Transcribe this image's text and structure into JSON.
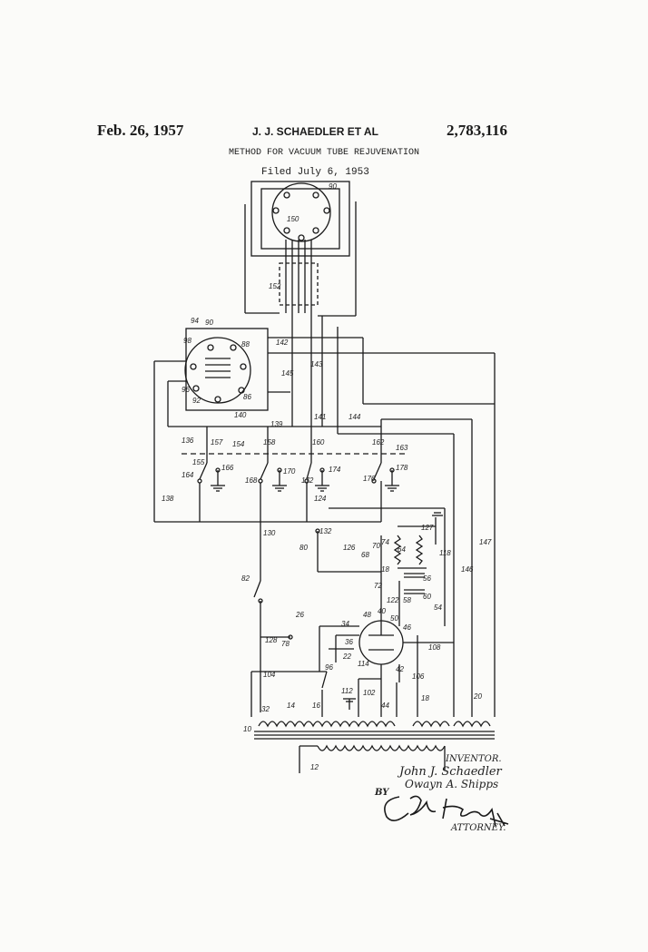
{
  "header": {
    "date": "Feb. 26, 1957",
    "inventors": "J. J. SCHAEDLER ET AL",
    "patent_number": "2,783,116",
    "title": "METHOD FOR VACUUM TUBE REJUVENATION",
    "filed": "Filed July 6, 1953"
  },
  "signature": {
    "inventor_label": "INVENTOR.",
    "name1": "John J. Schaedler",
    "name2": "Owayn A. Shipps",
    "by": "BY",
    "attorney_label": "ATTORNEY."
  },
  "labels": {
    "n90": "90",
    "n150": "150",
    "n152": "152",
    "n94": "94",
    "n98": "98",
    "n88": "88",
    "n142": "142",
    "n145": "145",
    "n143": "143",
    "n96": "96",
    "n92": "92",
    "n86": "86",
    "n140": "140",
    "n139": "139",
    "n141": "141",
    "n144": "144",
    "n136": "136",
    "n157": "157",
    "n154": "154",
    "n158": "158",
    "n160": "160",
    "n162": "162",
    "n163": "163",
    "n164": "164",
    "n155": "155",
    "n166": "166",
    "n168": "168",
    "n170": "170",
    "n172": "172",
    "n174": "174",
    "n176": "176",
    "n178": "178",
    "n138": "138",
    "n124": "124",
    "n130": "130",
    "n80": "80",
    "n132": "132",
    "n126": "126",
    "n68": "68",
    "n70": "70",
    "n74": "74",
    "n64": "64",
    "n127": "127",
    "n118": "118",
    "n147": "147",
    "n146": "146",
    "n82": "82",
    "n26": "26",
    "n18a": "18",
    "n72": "72",
    "n122": "122",
    "n58": "58",
    "n56": "56",
    "n60": "60",
    "n54": "54",
    "n40": "40",
    "n48": "48",
    "n50": "50",
    "n34": "34",
    "n46": "46",
    "n36": "36",
    "n108": "108",
    "n128": "128",
    "n78": "78",
    "n22": "22",
    "n114": "114",
    "n42": "42",
    "n104": "104",
    "n96b": "96",
    "n102": "102",
    "n106": "106",
    "n18": "18",
    "n20": "20",
    "n32": "32",
    "n14": "14",
    "n16": "16",
    "n112": "112",
    "n44": "44",
    "n10": "10",
    "n12": "12"
  }
}
